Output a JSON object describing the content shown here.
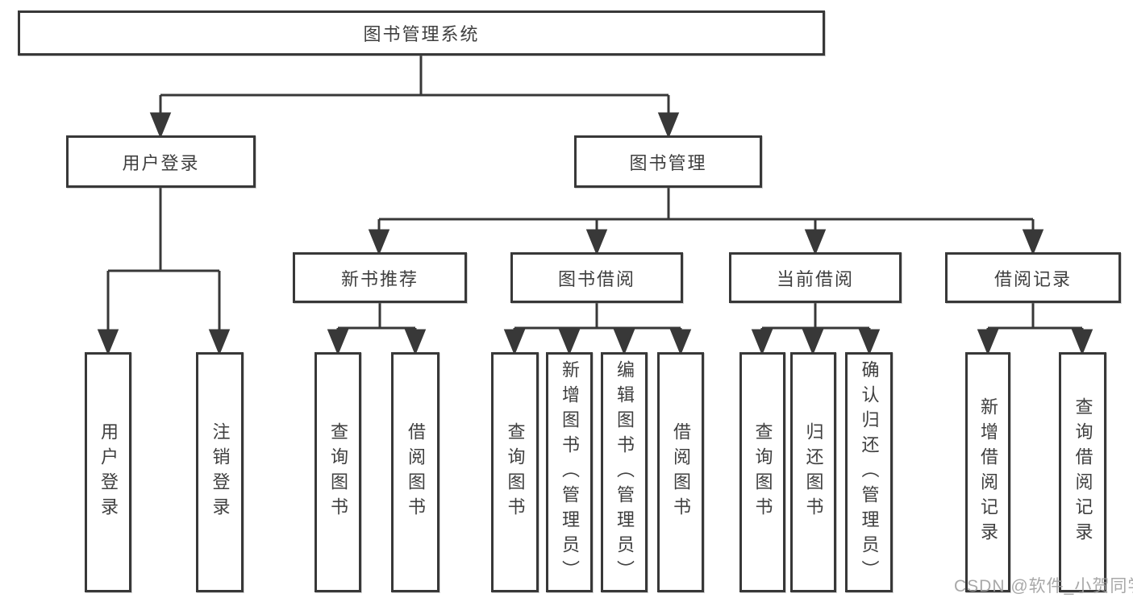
{
  "diagram": {
    "root": {
      "label": "图书管理系统"
    },
    "user_login": {
      "label": "用户登录",
      "leaves": [
        "用户登录",
        "注销登录"
      ]
    },
    "book_mgmt": {
      "label": "图书管理",
      "groups": [
        {
          "label": "新书推荐",
          "leaves": [
            "查询图书",
            "借阅图书"
          ]
        },
        {
          "label": "图书借阅",
          "leaves": [
            "查询图书",
            "新增图书（管理员）",
            "编辑图书（管理员）",
            "借阅图书"
          ]
        },
        {
          "label": "当前借阅",
          "leaves": [
            "查询图书",
            "归还图书",
            "确认归还（管理员）"
          ]
        },
        {
          "label": "借阅记录",
          "leaves": [
            "新增借阅记录",
            "查询借阅记录"
          ]
        }
      ]
    },
    "watermark": "CSDN @软件_小贺同学",
    "colors": {
      "line": "#383838",
      "text": "#3f3f3f",
      "box_background": "#ffffff",
      "watermark": "#9e9e9e"
    }
  }
}
